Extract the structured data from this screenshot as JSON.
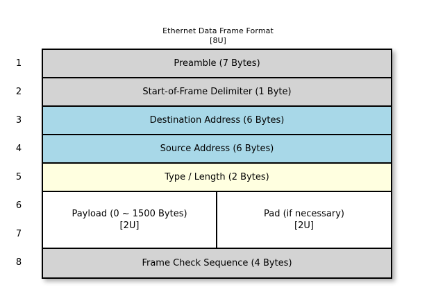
{
  "diagram": {
    "title": "Ethernet Data Frame Format",
    "subtitle": "[8U]",
    "colors": {
      "gray": "#d3d3d3",
      "blue": "#a8d8e8",
      "yellow": "#ffffe0",
      "white": "#ffffff",
      "border": "#000000",
      "background": "#ffffff"
    },
    "row_numbers": [
      "1",
      "2",
      "3",
      "4",
      "5",
      "6",
      "7",
      "8"
    ],
    "fields": [
      {
        "index": "1",
        "label": "Preamble (7 Bytes)",
        "sublabel": "",
        "color": "gray",
        "rows_spanned": "1"
      },
      {
        "index": "2",
        "label": "Start-of-Frame Delimiter (1 Byte)",
        "sublabel": "",
        "color": "gray",
        "rows_spanned": "1"
      },
      {
        "index": "3",
        "label": "Destination Address (6 Bytes)",
        "sublabel": "",
        "color": "blue",
        "rows_spanned": "1"
      },
      {
        "index": "4",
        "label": "Source Address (6 Bytes)",
        "sublabel": "",
        "color": "blue",
        "rows_spanned": "1"
      },
      {
        "index": "5",
        "label": "Type / Length (2 Bytes)",
        "sublabel": "",
        "color": "yellow",
        "rows_spanned": "1"
      },
      {
        "index": "6-7",
        "label": "Payload (0 ~ 1500 Bytes)",
        "sublabel": "[2U]",
        "color": "white",
        "rows_spanned": "2",
        "split_label": "Pad (if necessary)",
        "split_sublabel": "[2U]"
      },
      {
        "index": "8",
        "label": "Frame Check Sequence (4 Bytes)",
        "sublabel": "",
        "color": "gray",
        "rows_spanned": "1"
      }
    ]
  }
}
